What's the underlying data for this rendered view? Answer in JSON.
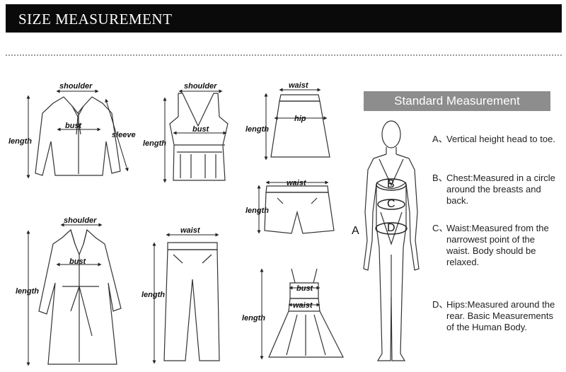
{
  "header": {
    "title": "SIZE MEASUREMENT"
  },
  "garments": {
    "shirt": {
      "shoulder": "shoulder",
      "bust": "bust",
      "length": "length",
      "sleeve": "sleeve"
    },
    "tank": {
      "shoulder": "shoulder",
      "bust": "bust",
      "length": "length"
    },
    "skirt": {
      "waist": "waist",
      "hip": "hip",
      "length": "length"
    },
    "shorts": {
      "waist": "waist",
      "length": "length"
    },
    "coat": {
      "shoulder": "shoulder",
      "bust": "bust",
      "length": "length"
    },
    "pants": {
      "waist": "waist",
      "length": "length"
    },
    "dress": {
      "bust": "bust",
      "waist": "waist",
      "length": "length"
    }
  },
  "standard": {
    "title": "Standard Measurement",
    "figure_labels": {
      "a": "A",
      "b": "B",
      "c": "C",
      "d": "D"
    },
    "notes": [
      {
        "key": "A、",
        "text": "Vertical height head to toe."
      },
      {
        "key": "B、",
        "text": "Chest:Measured in a circle around the breasts and back."
      },
      {
        "key": "C、",
        "text": "Waist:Measured from the narrowest point of the waist. Body should be relaxed."
      },
      {
        "key": "D、",
        "text": "Hips:Measured around the rear. Basic Measurements of the Human Body."
      }
    ]
  },
  "colors": {
    "header_bg": "#0a0a0a",
    "banner_bg": "#8d8d8d",
    "line": "#333333"
  }
}
